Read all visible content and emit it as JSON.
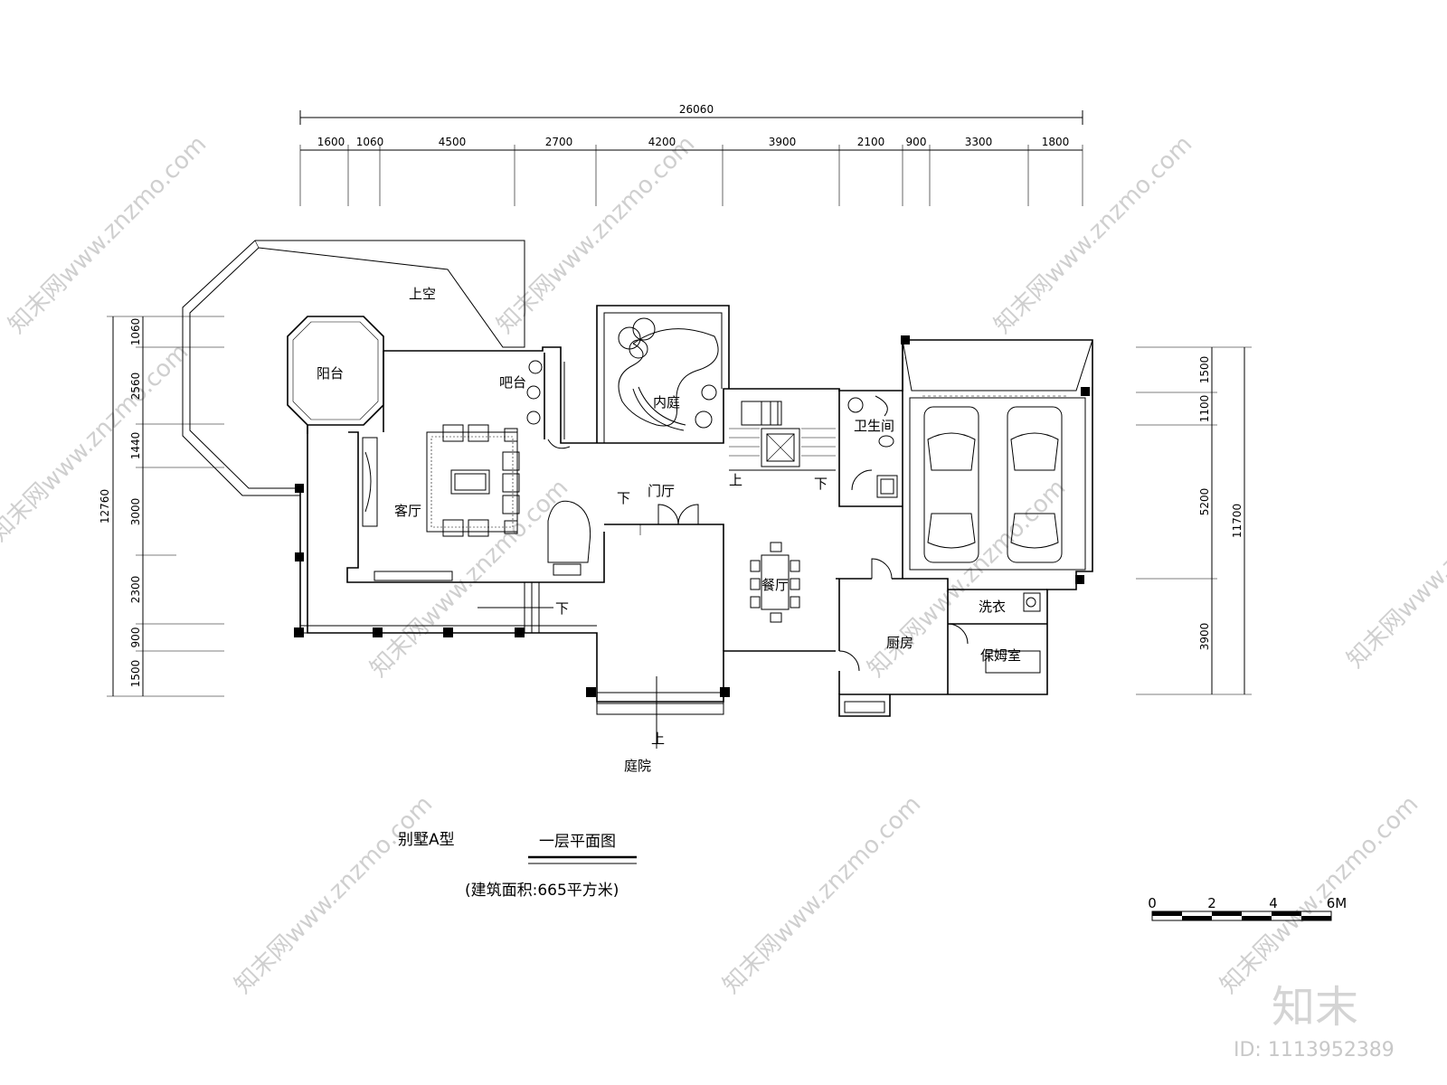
{
  "dims_top": {
    "total": "26060",
    "parts": [
      "1600",
      "1060",
      "4500",
      "2700",
      "4200",
      "3900",
      "2100",
      "900",
      "3300",
      "1800"
    ]
  },
  "dims_left": {
    "total": "12760",
    "parts": [
      "1060",
      "2560",
      "1440",
      "3000",
      "2300",
      "900",
      "1500"
    ]
  },
  "dims_right": {
    "total": "11700",
    "parts": [
      "1500",
      "1100",
      "5200",
      "3900"
    ]
  },
  "rooms": {
    "void": "上空",
    "balcony": "阳台",
    "bar": "吧台",
    "living": "客厅",
    "court": "内庭",
    "foyer": "门厅",
    "bath": "卫生间",
    "dining": "餐厅",
    "kitchen": "厨房",
    "laundry": "洗衣",
    "maid": "保姆室",
    "yard": "庭院"
  },
  "stair": {
    "down": "下",
    "up": "上"
  },
  "titles": {
    "villa": "别墅A型",
    "plan": "一层平面图",
    "area": "(建筑面积:665平方米)"
  },
  "scale": {
    "labels": [
      "0",
      "2",
      "4",
      "6M"
    ]
  },
  "brand": {
    "logo": "知末",
    "id": "ID: 1113952389",
    "watermark": "知末网www.znzmo.com"
  }
}
